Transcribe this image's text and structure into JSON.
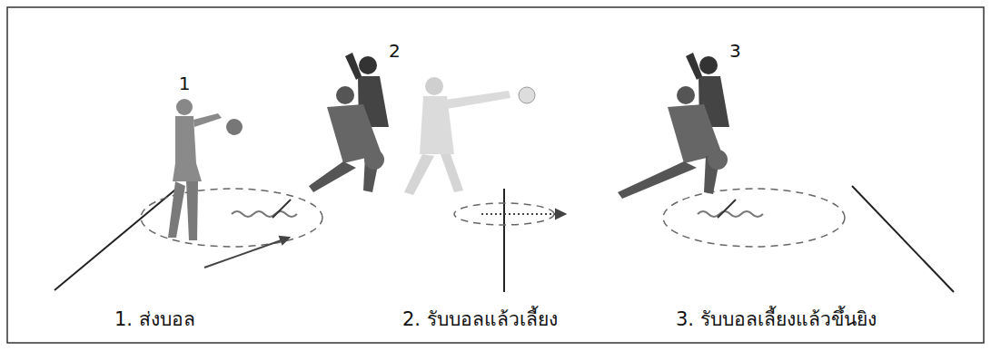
{
  "diagram": {
    "labels": [
      "1",
      "2",
      "3",
      "1. ส่งบอล",
      "2. รับบอลแล้วเลี้ยง",
      "3. รับบอลเลี้ยงแล้วขึ้นยิง"
    ]
  }
}
